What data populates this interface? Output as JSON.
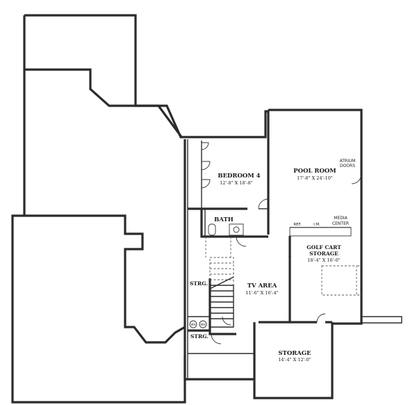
{
  "rooms": {
    "bedroom4": {
      "name": "BEDROOM 4",
      "dims": "12'-8\" X 18'-8\""
    },
    "bath": {
      "name": "BATH"
    },
    "pool_room": {
      "name": "POOL ROOM",
      "dims": "17'-8\" X 24'-10\""
    },
    "golf_cart_storage": {
      "name_line1": "GOLF CART",
      "name_line2": "STORAGE",
      "dims": "18'-4\" X 16'-0\""
    },
    "tv_area": {
      "name": "TV AREA",
      "dims": "11'-6\" X 16'-4\""
    },
    "storage": {
      "name": "STORAGE",
      "dims": "14'-4\" X 12'-0\""
    },
    "strg_upper": {
      "name": "STRG."
    },
    "strg_lower": {
      "name": "STRG."
    }
  },
  "annotations": {
    "atrium_doors_line1": "ATRIUM",
    "atrium_doors_line2": "DOORS",
    "media_center_line1": "MEDIA",
    "media_center_line2": "CENTER",
    "ref": "REF.",
    "im": "I.M.",
    "wh": "WH"
  }
}
